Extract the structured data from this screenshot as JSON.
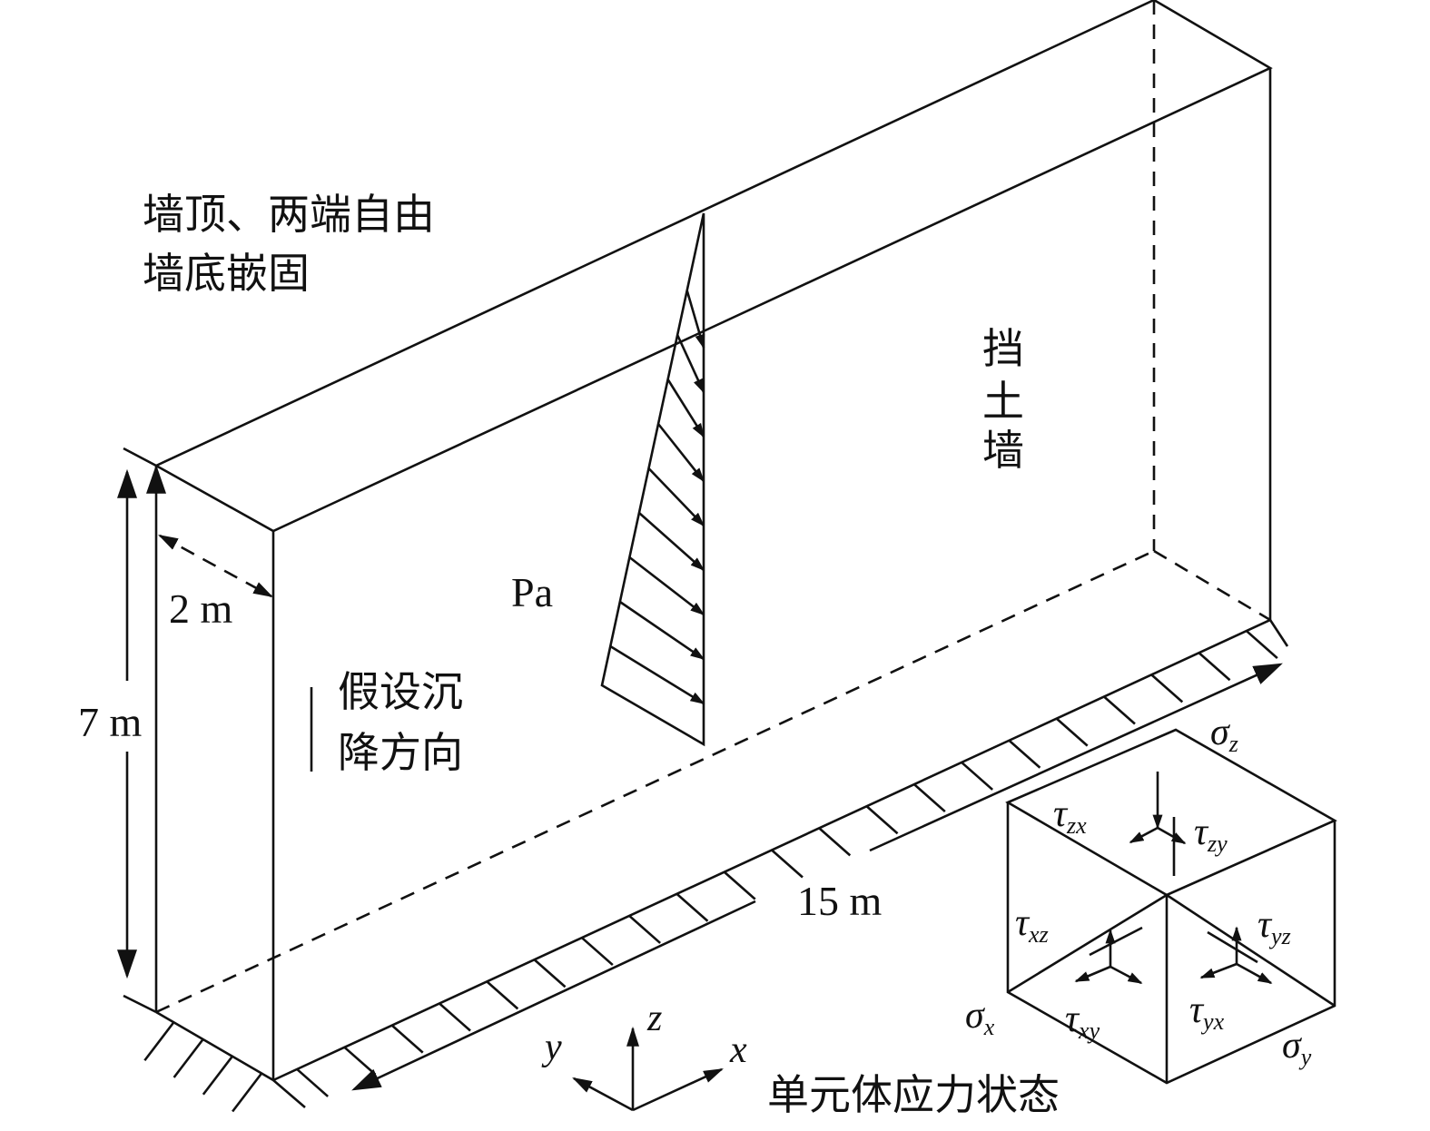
{
  "labels": {
    "boundary_line1": "墙顶、两端自由",
    "boundary_line2": "墙底嵌固",
    "wall_line1": "挡",
    "wall_line2": "土",
    "wall_line3": "墙",
    "pressure": "Pa",
    "settle_line1": "假设沉",
    "settle_line2": "降方向",
    "thickness": "2 m",
    "height": "7 m",
    "length": "15 m",
    "element_caption": "单元体应力状态"
  },
  "axes": {
    "x": "x",
    "y": "y",
    "z": "z"
  },
  "stresses": {
    "sigma_z": {
      "symbol": "σ",
      "sub": "z"
    },
    "sigma_x": {
      "symbol": "σ",
      "sub": "x"
    },
    "sigma_y": {
      "symbol": "σ",
      "sub": "y"
    },
    "tau_zx": {
      "symbol": "τ",
      "sub": "zx"
    },
    "tau_zy": {
      "symbol": "τ",
      "sub": "zy"
    },
    "tau_xz": {
      "symbol": "τ",
      "sub": "xz"
    },
    "tau_yz": {
      "symbol": "τ",
      "sub": "yz"
    },
    "tau_xy": {
      "symbol": "τ",
      "sub": "xy"
    },
    "tau_yx": {
      "symbol": "τ",
      "sub": "yx"
    }
  }
}
